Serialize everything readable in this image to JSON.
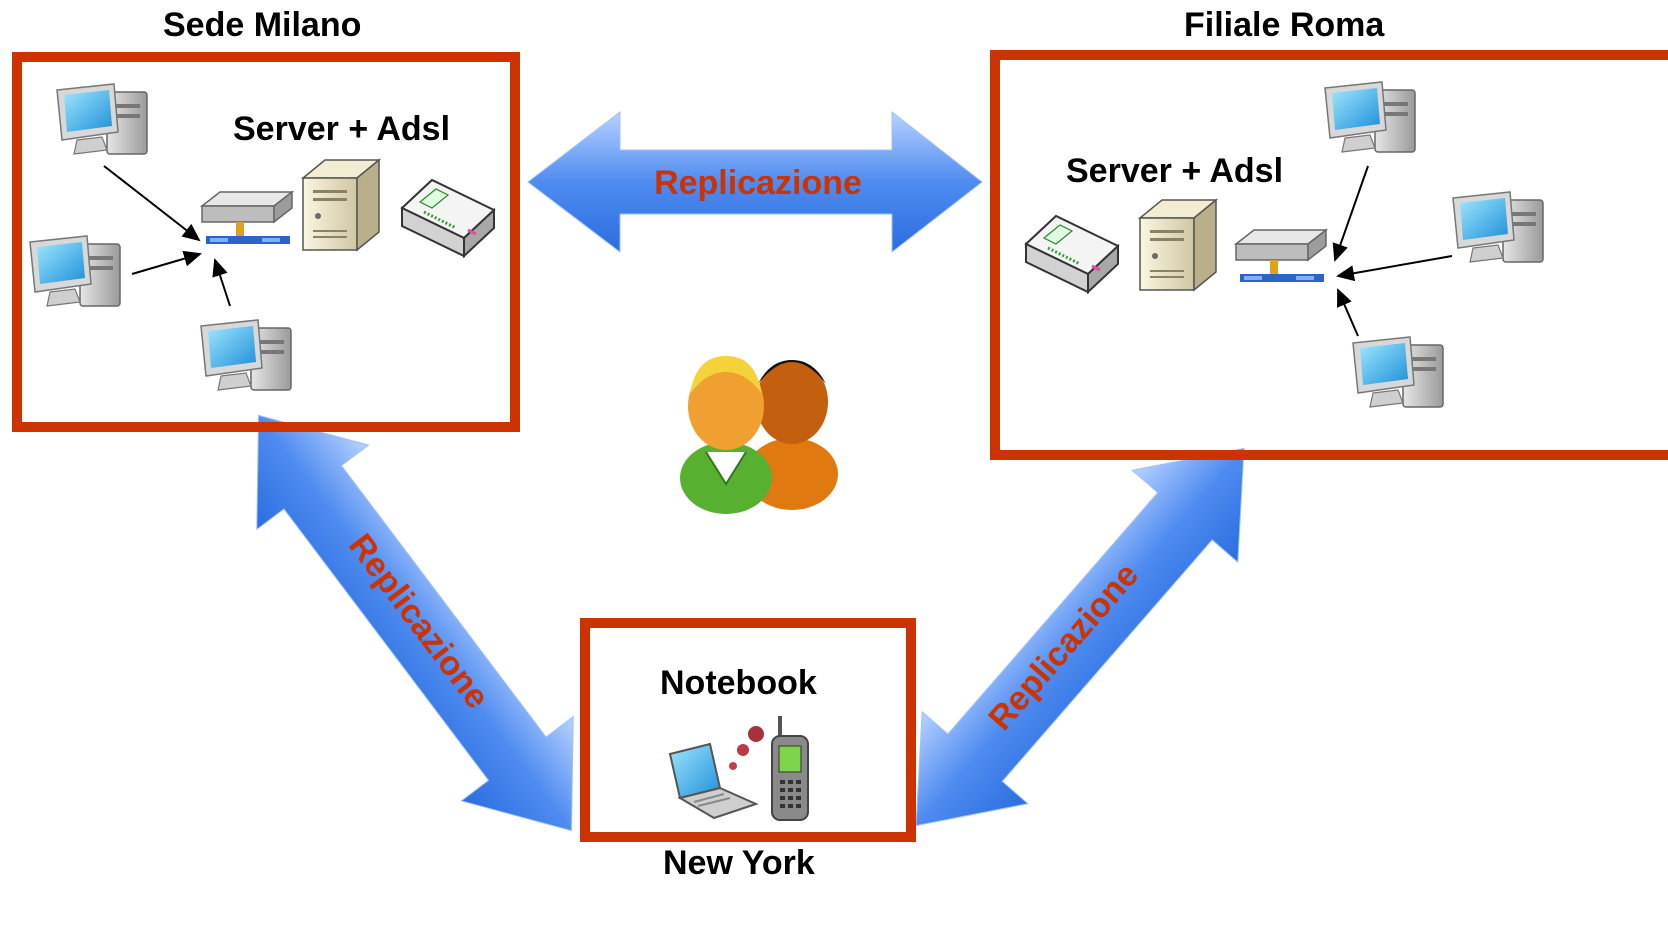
{
  "sites": {
    "milano": {
      "title": "Sede Milano",
      "node_label": "Server + Adsl"
    },
    "roma": {
      "title": "Filiale Roma",
      "node_label": "Server + Adsl"
    },
    "newyork": {
      "title": "New York",
      "node_label": "Notebook"
    }
  },
  "links": {
    "milano_roma": "Replicazione",
    "milano_newyork": "Replicazione",
    "roma_newyork": "Replicazione"
  },
  "colors": {
    "box_border": "#cc3300",
    "arrow_fill": "#4f8cf0",
    "label_text": "#cc3300"
  },
  "icons": {
    "workstation": "desktop-computer-icon",
    "hub": "network-hub-icon",
    "server": "server-tower-icon",
    "modem": "adsl-modem-icon",
    "users": "users-icon",
    "laptop": "laptop-icon",
    "phone": "mobile-phone-icon"
  }
}
